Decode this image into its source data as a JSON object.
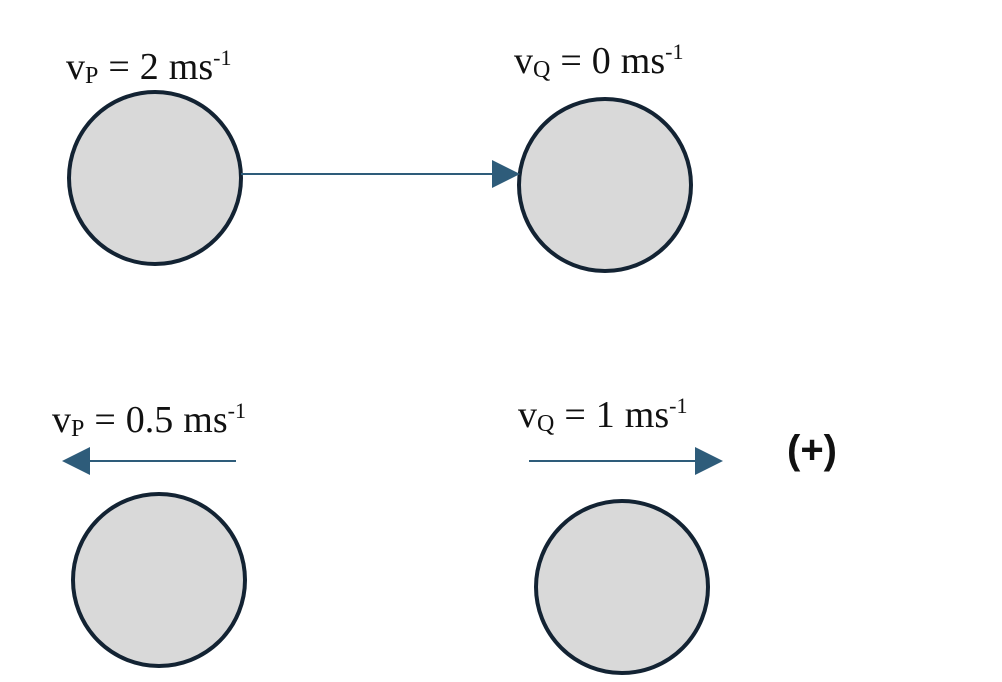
{
  "before": {
    "p": {
      "symbol": "v",
      "subscript": "P",
      "equals": "=",
      "value": "2",
      "unit": "ms",
      "exponent": "-1"
    },
    "q": {
      "symbol": "v",
      "subscript": "Q",
      "equals": "=",
      "value": "0",
      "unit": "ms",
      "exponent": "-1"
    }
  },
  "after": {
    "p": {
      "symbol": "v",
      "subscript": "P",
      "equals": "=",
      "value": "0.5",
      "unit": "ms",
      "exponent": "-1"
    },
    "q": {
      "symbol": "v",
      "subscript": "Q",
      "equals": "=",
      "value": "1",
      "unit": "ms",
      "exponent": "-1"
    }
  },
  "direction_sign": "(+)",
  "colors": {
    "ball_fill": "#d9d9d9",
    "ball_stroke": "#132333",
    "arrow": "#2e5c7a"
  }
}
